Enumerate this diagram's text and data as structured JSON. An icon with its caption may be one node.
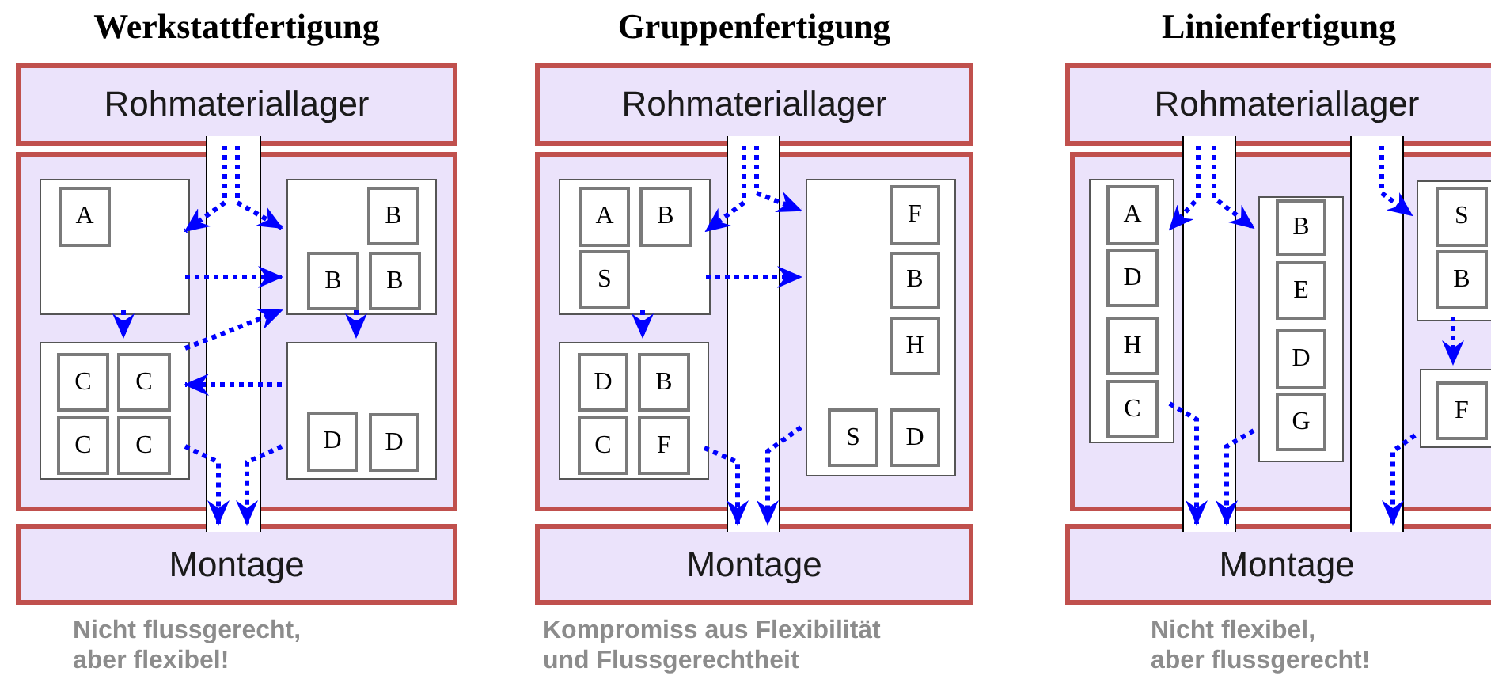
{
  "diagram": {
    "nodes": [
      {
        "text": [
          "Rohmateriallager"
        ]
      },
      {
        "text": [],
        "shape": "box"
      },
      {
        "text": [],
        "shape": "box",
        "in": 1
      },
      {
        "text": [
          "A"
        ],
        "in": 2
      },
      {
        "text": [],
        "shape": "box",
        "in": 1
      },
      {
        "text": [
          "B"
        ],
        "in": 4
      },
      {
        "text": [
          "B"
        ],
        "in": 4
      },
      {
        "text": [
          "B"
        ],
        "in": 4
      },
      {
        "text": [],
        "shape": "box",
        "in": 1
      },
      {
        "text": [
          "C"
        ],
        "in": 8
      },
      {
        "text": [
          "C"
        ],
        "in": 8
      },
      {
        "text": [
          "C"
        ],
        "in": 8
      },
      {
        "text": [
          "C"
        ],
        "in": 8
      },
      {
        "text": [],
        "shape": "box",
        "in": 1
      },
      {
        "text": [
          "D"
        ],
        "in": 13
      },
      {
        "text": [
          "D"
        ],
        "in": 13
      },
      {
        "text": [
          "Montage"
        ]
      },
      {
        "text": [
          "Rohmateriallager"
        ]
      },
      {
        "text": [],
        "shape": "box"
      },
      {
        "text": [],
        "shape": "box",
        "in": 18
      },
      {
        "text": [
          "A"
        ],
        "in": 19
      },
      {
        "text": [
          "B"
        ],
        "in": 19
      },
      {
        "text": [
          "S"
        ],
        "in": 19
      },
      {
        "text": [],
        "shape": "box",
        "in": 18
      },
      {
        "text": [
          "D"
        ],
        "in": 23
      },
      {
        "text": [
          "B"
        ],
        "in": 23
      },
      {
        "text": [
          "C"
        ],
        "in": 23
      },
      {
        "text": [
          "F"
        ],
        "in": 23
      },
      {
        "text": [],
        "shape": "box",
        "in": 18
      },
      {
        "text": [
          "F"
        ],
        "in": 28
      },
      {
        "text": [
          "B"
        ],
        "in": 28
      },
      {
        "text": [
          "H"
        ],
        "in": 28
      },
      {
        "text": [
          "S"
        ],
        "in": 28
      },
      {
        "text": [
          "D"
        ],
        "in": 28
      },
      {
        "text": [
          "Montage"
        ]
      },
      {
        "text": [
          "Rohmateriallager"
        ]
      },
      {
        "text": [],
        "shape": "box"
      },
      {
        "text": [],
        "shape": "box",
        "in": 36
      },
      {
        "text": [
          "A"
        ],
        "in": 37
      },
      {
        "text": [
          "D"
        ],
        "in": 37
      },
      {
        "text": [
          "H"
        ],
        "in": 37
      },
      {
        "text": [
          "C"
        ],
        "in": 37
      },
      {
        "text": [],
        "shape": "box",
        "in": 36
      },
      {
        "text": [
          "B"
        ],
        "in": 42
      },
      {
        "text": [
          "E"
        ],
        "in": 42
      },
      {
        "text": [
          "D"
        ],
        "in": 42
      },
      {
        "text": [
          "G"
        ],
        "in": 42
      },
      {
        "text": [],
        "shape": "box",
        "in": 36
      },
      {
        "text": [
          "S"
        ],
        "in": 47
      },
      {
        "text": [
          "B"
        ],
        "in": 47
      },
      {
        "text": [],
        "shape": "box",
        "in": 36
      },
      {
        "text": [
          "F"
        ],
        "in": 50
      },
      {
        "text": [
          "Montage"
        ]
      }
    ],
    "edges": [
      {
        "from": 0,
        "to": 2,
        "arrow": "to",
        "style": "dashed"
      },
      {
        "from": 0,
        "to": 4,
        "arrow": "to",
        "style": "dashed"
      },
      {
        "from": 2,
        "to": 4,
        "arrow": "to",
        "style": "dashed"
      },
      {
        "from": 2,
        "to": 8,
        "arrow": "to",
        "style": "dashed"
      },
      {
        "from": 8,
        "to": 4,
        "arrow": "to",
        "style": "dashed"
      },
      {
        "from": 4,
        "to": 13,
        "arrow": "to",
        "style": "dashed"
      },
      {
        "from": 13,
        "to": 8,
        "arrow": "to",
        "style": "dashed"
      },
      {
        "from": 8,
        "to": 16,
        "arrow": "to",
        "style": "dashed"
      },
      {
        "from": 13,
        "to": 16,
        "arrow": "to",
        "style": "dashed"
      },
      {
        "from": 17,
        "to": 19,
        "arrow": "to",
        "style": "dashed"
      },
      {
        "from": 17,
        "to": 28,
        "arrow": "to",
        "style": "dashed"
      },
      {
        "from": 19,
        "to": 28,
        "arrow": "to",
        "style": "dashed"
      },
      {
        "from": 19,
        "to": 23,
        "arrow": "to",
        "style": "dashed"
      },
      {
        "from": 23,
        "to": 34,
        "arrow": "to",
        "style": "dashed"
      },
      {
        "from": 28,
        "to": 34,
        "arrow": "to",
        "style": "dashed"
      },
      {
        "from": 35,
        "to": 37,
        "arrow": "to",
        "style": "dashed"
      },
      {
        "from": 35,
        "to": 42,
        "arrow": "to",
        "style": "dashed"
      },
      {
        "from": 35,
        "to": 47,
        "arrow": "to",
        "style": "dashed"
      },
      {
        "from": 47,
        "to": 50,
        "arrow": "to",
        "style": "dashed"
      },
      {
        "from": 37,
        "to": 52,
        "arrow": "to",
        "style": "dashed"
      },
      {
        "from": 42,
        "to": 52,
        "arrow": "to",
        "style": "dashed"
      },
      {
        "from": 50,
        "to": 52,
        "arrow": "to",
        "style": "dashed"
      }
    ],
    "labels": [
      "Werkstattfertigung",
      "Gruppenfertigung",
      "Linienfertigung",
      "Nicht flussgerecht, aber flexibel!",
      "Kompromiss aus Flexibilität und Flussgerechtheit",
      "Nicht flexibel, aber flussgerecht!"
    ]
  }
}
